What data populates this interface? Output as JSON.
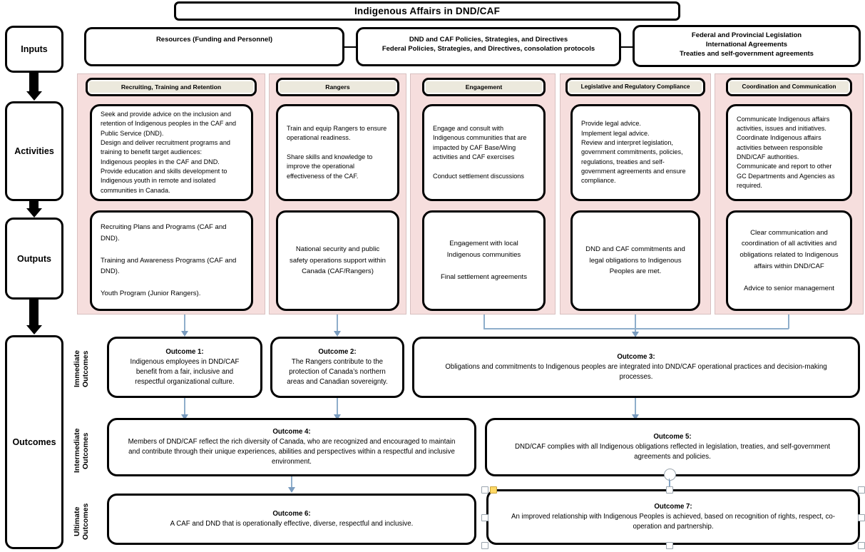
{
  "title": "Indigenous Affairs in DND/CAF",
  "stages": [
    {
      "label": "Inputs"
    },
    {
      "label": "Activities"
    },
    {
      "label": "Outputs"
    },
    {
      "label": "Outcomes"
    }
  ],
  "inputs": [
    {
      "text": "Resources (Funding and Personnel)"
    },
    {
      "text": "DND and CAF Policies, Strategies, and Directives\nFederal Policies, Strategies, and Directives, consolation protocols"
    },
    {
      "text": "Federal and Provincial Legislation\nInternational Agreements\nTreaties and self-government agreements"
    }
  ],
  "columns": [
    {
      "header": "Recruiting, Training and Retention",
      "activity": "Seek and provide advice on the inclusion and retention of Indigenous peoples in the CAF and Public Service (DND).\nDesign and deliver recruitment programs and training to benefit target audiences:\nIndigenous peoples in the CAF and DND.\nProvide education and skills development to Indigenous youth in remote and isolated communities in Canada.",
      "output": "Recruiting Plans and Programs (CAF and DND).\n\nTraining and Awareness Programs (CAF and DND).\n\nYouth Program (Junior Rangers).",
      "output_align": "left"
    },
    {
      "header": "Rangers",
      "activity": "Train and equip Rangers to ensure operational readiness.\n\nShare skills and knowledge to improve the operational effectiveness of the CAF.",
      "output": "National security and public safety operations support within Canada (CAF/Rangers)",
      "output_align": "center"
    },
    {
      "header": "Engagement",
      "activity": "Engage and consult with Indigenous communities that are impacted by CAF Base/Wing activities and CAF exercises\n\nConduct settlement discussions",
      "output": "Engagement with local Indigenous communities\n\nFinal settlement agreements",
      "output_align": "center"
    },
    {
      "header": "Legislative and Regulatory Compliance",
      "activity": "Provide legal advice.\nImplement legal advice.\nReview and interpret legislation, government commitments, policies, regulations, treaties and self-government agreements and ensure compliance.",
      "output": "DND and CAF commitments and legal obligations to Indigenous Peoples are met.",
      "output_align": "center"
    },
    {
      "header": "Coordination and Communication",
      "activity": "Communicate Indigenous affairs activities, issues and initiatives.\nCoordinate Indigenous affairs activities between responsible DND/CAF authorities.\nCommunicate and report to other GC Departments and Agencies as required.",
      "output": "Clear communication and coordination of all activities and obligations related to Indigenous affairs within DND/CAF\n\nAdvice to senior management",
      "output_align": "center"
    }
  ],
  "outcome_rows": [
    {
      "label": "Immediate\nOutcomes"
    },
    {
      "label": "Intermediate\nOutcomes"
    },
    {
      "label": "Ultimate\nOutcomes"
    }
  ],
  "outcomes": [
    {
      "heading": "Outcome 1:",
      "body": "Indigenous employees in DND/CAF benefit from a fair, inclusive and respectful organizational culture."
    },
    {
      "heading": "Outcome 2:",
      "body": "The Rangers contribute to the protection of Canada’s northern areas and Canadian sovereignty."
    },
    {
      "heading": "Outcome 3:",
      "body": "Obligations and commitments to Indigenous peoples are integrated into DND/CAF operational practices and decision-making processes."
    },
    {
      "heading": "Outcome 4:",
      "body": "Members of DND/CAF reflect the rich diversity of Canada, who are recognized and encouraged to maintain and contribute through their unique experiences, abilities and perspectives within a respectful and inclusive environment."
    },
    {
      "heading": "Outcome 5:",
      "body": "DND/CAF complies with all Indigenous obligations reflected in legislation, treaties, and self-government agreements and policies."
    },
    {
      "heading": "Outcome 6:",
      "body": "A CAF and DND that is operationally effective, diverse, respectful and inclusive."
    },
    {
      "heading": "Outcome 7:",
      "body": "An improved relationship with Indigenous Peoples is achieved, based on recognition of rights, respect, co-operation and partnership."
    }
  ],
  "colors": {
    "column_fill": "#f6dedd",
    "header_fill": "#ece9dd",
    "border": "#000000",
    "connector": "#8eaecb",
    "selection_handle": "#ffd966"
  }
}
